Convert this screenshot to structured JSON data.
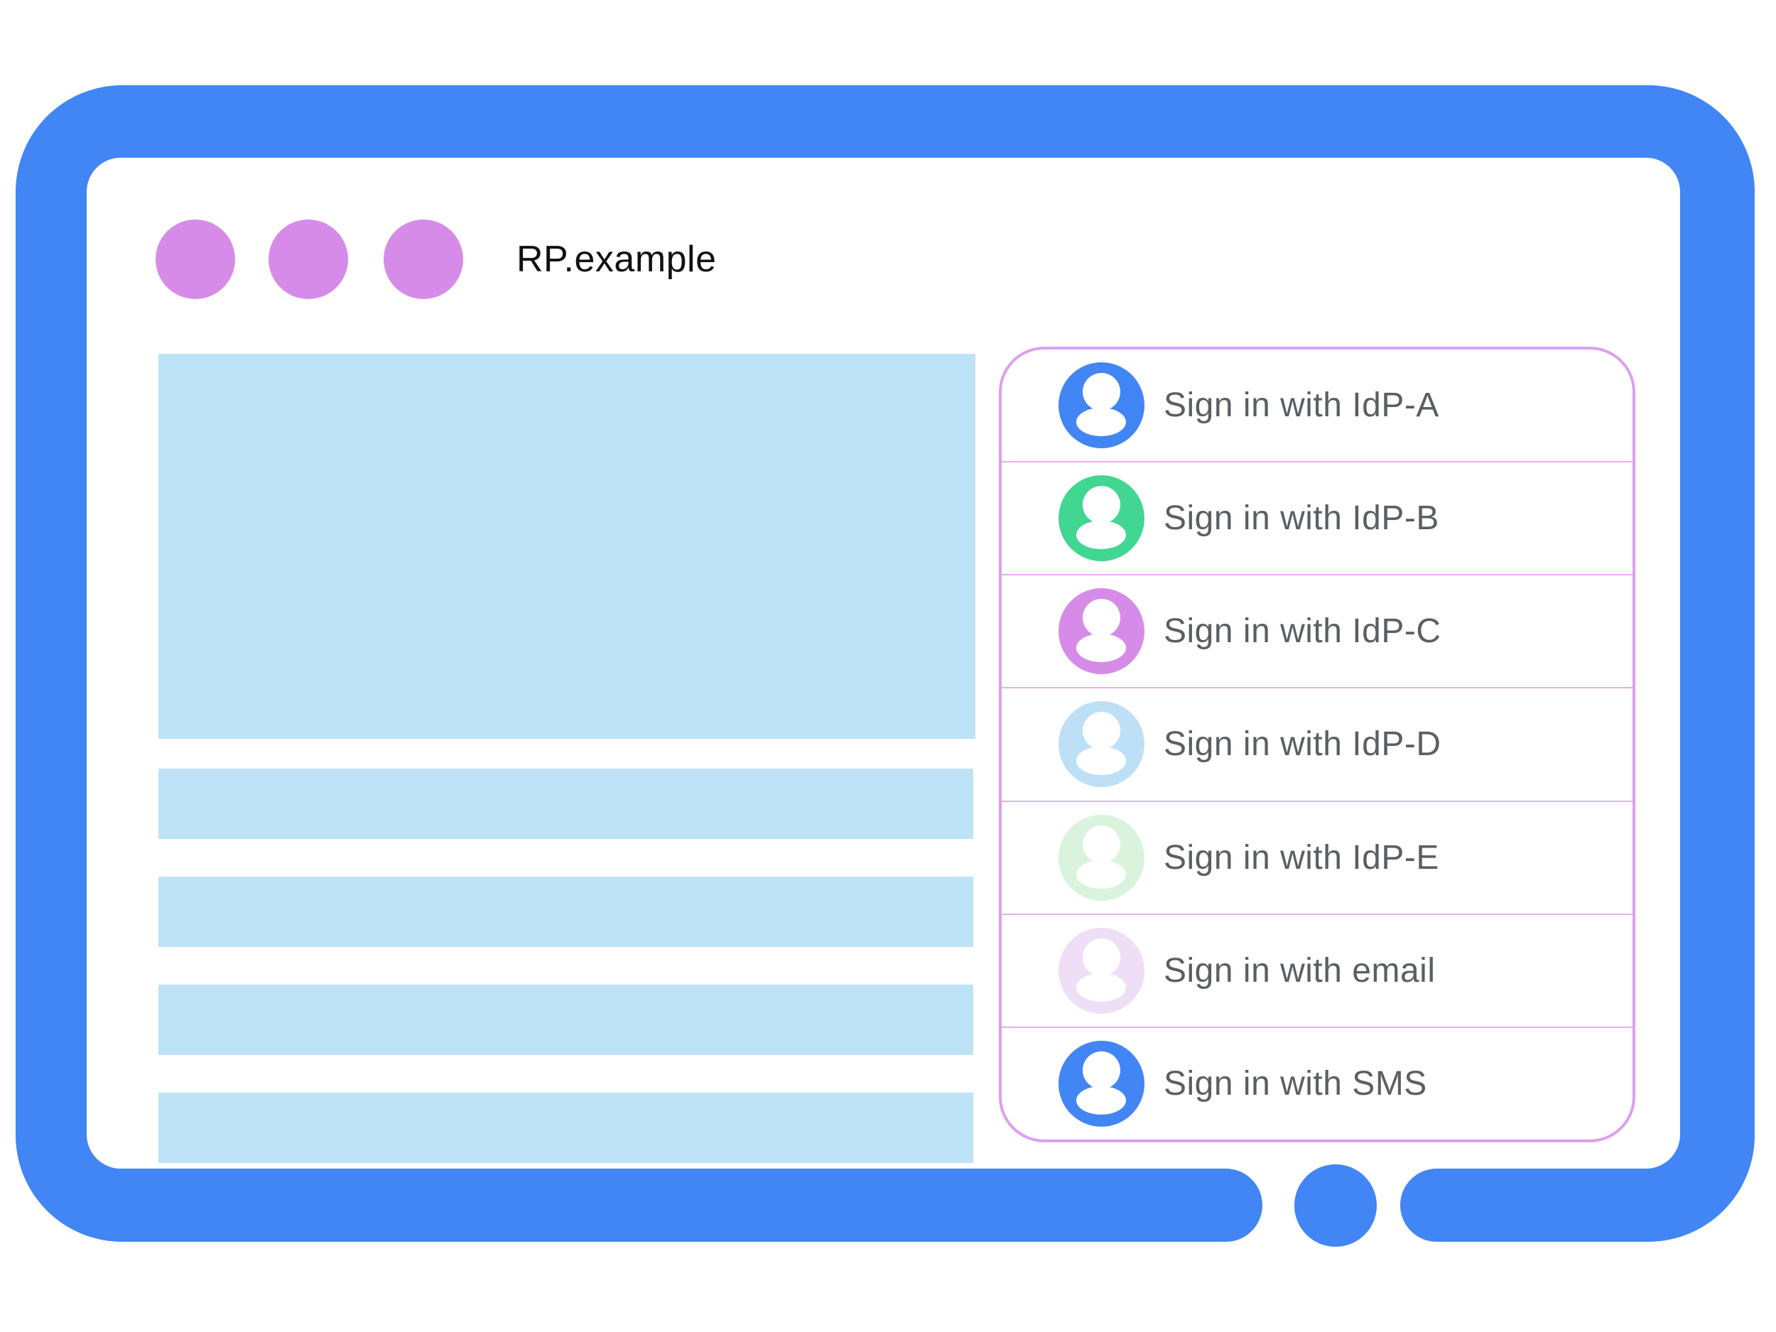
{
  "window": {
    "title": "RP.example",
    "controls_count": 3
  },
  "colors": {
    "frame_blue": "#4285F4",
    "window_dot_orchid": "#D78BE8",
    "content_block_blue": "#BEE2F6",
    "panel_border_purple": "#DBA0EF",
    "divider_pink": "#E6AFEC",
    "row_text_gray": "#5B5E63",
    "title_text": "#111111"
  },
  "signin_panel": {
    "items": [
      {
        "id": "idp-a",
        "label": "Sign in with IdP-A",
        "avatar_color": "#4285F4"
      },
      {
        "id": "idp-b",
        "label": "Sign in with IdP-B",
        "avatar_color": "#41D692"
      },
      {
        "id": "idp-c",
        "label": "Sign in with IdP-C",
        "avatar_color": "#D78BE8"
      },
      {
        "id": "idp-d",
        "label": "Sign in with IdP-D",
        "avatar_color": "#BDE0F6"
      },
      {
        "id": "idp-e",
        "label": "Sign in with IdP-E",
        "avatar_color": "#D9F3DD"
      },
      {
        "id": "email",
        "label": "Sign in with email",
        "avatar_color": "#EFDFF6"
      },
      {
        "id": "sms",
        "label": "Sign in with SMS",
        "avatar_color": "#4285F4"
      }
    ]
  }
}
